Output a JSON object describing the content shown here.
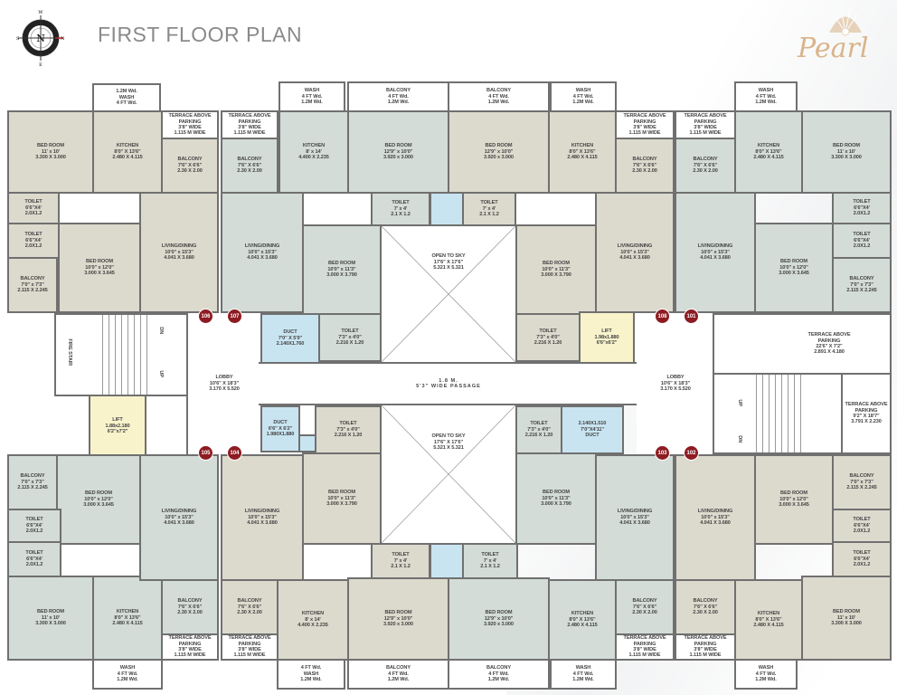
{
  "header": {
    "title": "FIRST FLOOR PLAN",
    "compass": {
      "n": "N",
      "w": "W",
      "e": "E",
      "s_left": "S",
      "n_right": "N"
    },
    "logo": "Pearl"
  },
  "colors": {
    "unit_number": "#8e1b22",
    "beige_unit": "#dcdacd",
    "green_unit": "#d3dcd7",
    "duct": "#c9e4f1",
    "lift": "#f8f3cb",
    "wall": "#707070"
  },
  "unit_numbers": [
    "106",
    "107",
    "108",
    "101",
    "105",
    "104",
    "103",
    "102"
  ],
  "stairs": {
    "fire_stair": "FIRE STAIR",
    "dn": "DN",
    "up": "UP"
  },
  "rooms": [
    "1.2M Wd.\nWASH\n4 FT Wd.",
    "BED ROOM\n11' x 10'\n3.300 X 3.000",
    "KITCHEN\n8'0\" X 13'6\"\n2.480 X 4.115",
    "TERRACE ABOVE\nPARKING\n3'8\" WIDE\n1.115 M WIDE",
    "BALCONY\n7'6\" X 6'6\"\n2.30 X 2.00",
    "TOILET\n6'6\"X4'\n2.0X1.2",
    "TOILET\n6'6\"X4'\n2.0X1.2",
    "BALCONY\n7'0\" x 7'3\"\n2.115 X 2.245",
    "BED ROOM\n10'0\" x 12'0\"\n3.000 X 3.645",
    "LIVING/DINING\n10'0\" x 15'3\"\n4.041 X 3.680",
    "TERRACE ABOVE\nPARKING\n3'8\" WIDE\n1.115 M WIDE",
    "BALCONY\n7'6\" X 6'6\"\n2.30 X 2.00",
    "LIVING/DINING\n10'0\" x 15'3\"\n4.041 X 3.680",
    "KITCHEN\n8' x 14'\n4.400 X 2.235",
    "WASH\n4 FT Wd.\n1.2M Wd.",
    "BALCONY\n4 FT Wd.\n1.2M Wd.",
    "BED ROOM\n12'9\" x 10'0\"\n3.920 x 3.000",
    "TOILET\n7' x 4'\n2.1 X 1.2",
    "BED ROOM\n10'0\" x 11'3\"\n3.000 X 3.790",
    "DUCT\n7'0\" X 5'9\"\n2.140X1.760",
    "TOILET\n7'3\" x 4'0\"\n2.216 X 1.20",
    "OPEN TO SKY\n17'6\" X 17'6\"\n5.321 X 5.321",
    "BALCONY\n4 FT Wd.\n1.2M Wd.",
    "BED ROOM\n12'9\" x 10'0\"\n3.920 x 3.000",
    "TOILET\n7' x 4'\n2.1 X 1.2",
    "WASH\n4 FT Wd.\n1.2M Wd.",
    "KITCHEN\n8'0\" X 13'6\"\n2.480 X 4.115",
    "BED ROOM\n10'0\" x 11'3\"\n3.000 X 3.790",
    "TOILET\n7'3\" x 4'0\"\n2.216 X 1.20",
    "LIFT\n1.98x1.880\n6'6\"x6'2\"",
    "TERRACE ABOVE\nPARKING\n3'8\" WIDE\n1.115 M WIDE",
    "BALCONY\n7'6\" X 6'6\"\n2.30 X 2.00",
    "LIVING/DINING\n10'0\" x 15'3\"\n4.041 X 3.680",
    "TERRACE ABOVE\nPARKING\n3'8\" WIDE\n1.115 M WIDE",
    "BALCONY\n7'6\" X 6'6\"\n2.30 X 2.00",
    "LIVING/DINING\n10'0\" x 15'3\"\n4.041 X 3.680",
    "WASH\n4 FT Wd.\n1.2M Wd.",
    "KITCHEN\n8'0\" X 13'6\"\n2.480 X 4.115",
    "BED ROOM\n11' x 10'\n3.300 X 3.000",
    "TOILET\n6'6\"X4'\n2.0X1.2",
    "TOILET\n6'6\"X4'\n2.0X1.2",
    "BED ROOM\n10'0\" x 12'0\"\n3.000 X 3.645",
    "BALCONY\n7'0\" x 7'3\"\n2.115 X 2.245",
    "FIRE STAIR",
    "LIFT\n1.88x2.180\n6'2\"x7'2\"",
    "LOBBY\n10'6\" X 18'3\"\n3.170 X 5.520",
    "1.8 M.\n5'3\" WIDE PASSAGE",
    "LOBBY\n10'6\" X 18'3\"\n3.170 X 5.520",
    "TERRACE ABOVE\nPARKING\n22'6\" X 7'2\"\n2.891 X 4.180",
    "TERRACE ABOVE\nPARKING\n9'2\" X 18'7\"\n3.791 X 2.230",
    "DUCT\n6'6\" X 6'2\"\n1.980X1.880",
    "TOILET\n7'3\" x 4'0\"\n2.216 X 1.20",
    "OPEN TO SKY\n17'6\" X 17'6\"\n5.321 X 5.321",
    "TOILET\n7'3\" x 4'0\"\n2.216 X 1.20",
    "2.140X1.510\n7'0\"X4'11\"\nDUCT",
    "BALCONY\n7'0\" x 7'3\"\n2.115 X 2.245",
    "BED ROOM\n10'0\" x 12'0\"\n3.000 X 3.645",
    "TOILET\n6'6\"X4'\n2.0X1.2",
    "TOILET\n6'6\"X4'\n2.0X1.2",
    "BED ROOM\n11' x 10'\n3.300 X 3.000",
    "KITCHEN\n8'0\" X 13'6\"\n2.480 X 4.115",
    "BALCONY\n7'6\" X 6'6\"\n2.30 X 2.00",
    "TERRACE ABOVE\nPARKING\n3'8\" WIDE\n1.115 M WIDE",
    "LIVING/DINING\n10'0\" x 15'3\"\n4.041 X 3.680",
    "WASH\n4 FT Wd.\n1.2M Wd.",
    "LIVING/DINING\n10'0\" x 15'3\"\n4.041 X 3.680",
    "BALCONY\n7'6\" X 6'6\"\n2.30 X 2.00",
    "TERRACE ABOVE\nPARKING\n3'8\" WIDE\n1.115 M WIDE",
    "KITCHEN\n8' x 14'\n4.400 X 2.235",
    "4 FT Wd.\nWASH\n1.2M Wd.",
    "BED ROOM\n10'0\" x 11'3\"\n3.000 X 3.790",
    "BED ROOM\n12'9\" x 10'0\"\n3.920 x 3.000",
    "BALCONY\n4 FT Wd.\n1.2M Wd.",
    "TOILET\n7' x 4'\n2.1 X 1.2",
    "BED ROOM\n12'9\" x 10'0\"\n3.920 x 3.000",
    "BALCONY\n4 FT Wd.\n1.2M Wd.",
    "TOILET\n7' x 4'\n2.1 X 1.2",
    "BED ROOM\n10'0\" x 11'3\"\n3.000 X 3.790",
    "KITCHEN\n8'0\" X 13'6\"\n2.480 X 4.115",
    "WASH\n4 FT Wd.\n1.2M Wd.",
    "LIVING/DINING\n10'0\" x 15'3\"\n4.041 X 3.680",
    "BALCONY\n7'6\" X 6'6\"\n2.30 X 2.00",
    "TERRACE ABOVE\nPARKING\n3'8\" WIDE\n1.115 M WIDE",
    "LIVING/DINING\n10'0\" x 15'3\"\n4.041 X 3.680",
    "BALCONY\n7'6\" X 6'6\"\n2.30 X 2.00",
    "TERRACE ABOVE\nPARKING\n3'8\" WIDE\n1.115 M WIDE",
    "KITCHEN\n8'0\" X 13'6\"\n2.480 X 4.115",
    "WASH\n4 FT Wd.\n1.2M Wd.",
    "BED ROOM\n10'0\" x 12'0\"\n3.000 X 3.645",
    "BALCONY\n7'0\" x 7'3\"\n2.115 X 2.245",
    "TOILET\n6'6\"X4'\n2.0X1.2",
    "TOILET\n6'6\"X4'\n2.0X1.2",
    "BED ROOM\n11' x 10'\n3.300 X 3.000"
  ]
}
